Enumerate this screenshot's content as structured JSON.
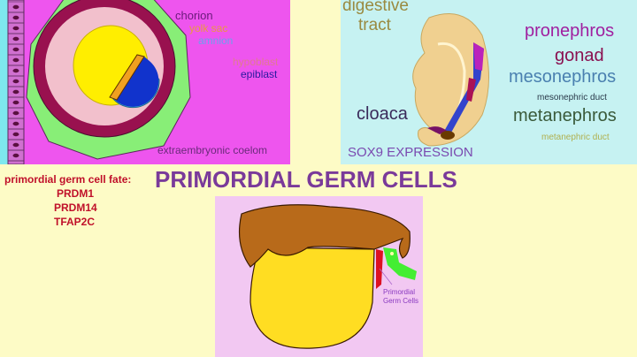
{
  "title": "PRIMORDIAL GERM CELLS",
  "fate": {
    "label": "primordial germ cell fate:",
    "genes": [
      "PRDM1",
      "PRDM14",
      "TFAP2C"
    ]
  },
  "panel_implantation": {
    "labels": {
      "chorion": "chorion",
      "yolk_sac": "yolk sac",
      "amnion": "amnion",
      "hypoblast": "hypoblast",
      "epiblast": "epiblast",
      "coelom": "extraembryonic coelom"
    }
  },
  "panel_sox9": {
    "labels": {
      "digestive": "digestive",
      "tract": "tract",
      "pronephros": "pronephros",
      "gonad": "gonad",
      "mesonephros": "mesonephros",
      "mesonephric_duct": "mesonephric duct",
      "cloaca": "cloaca",
      "metanephros": "metanephros",
      "metanephric_duct": "metanephric duct",
      "caption": "SOX9 EXPRESSION"
    }
  },
  "panel_pgc": {
    "label_line1": "Primordial",
    "label_line2": "Germ Cells"
  },
  "colors": {
    "background": "#fdfbc6",
    "magenta_panel": "#ee55ee",
    "cyan_panel": "#c6f2f2",
    "pink_panel": "#f2c8f2",
    "title": "#7a3a9a",
    "genes": "#c0102a"
  }
}
